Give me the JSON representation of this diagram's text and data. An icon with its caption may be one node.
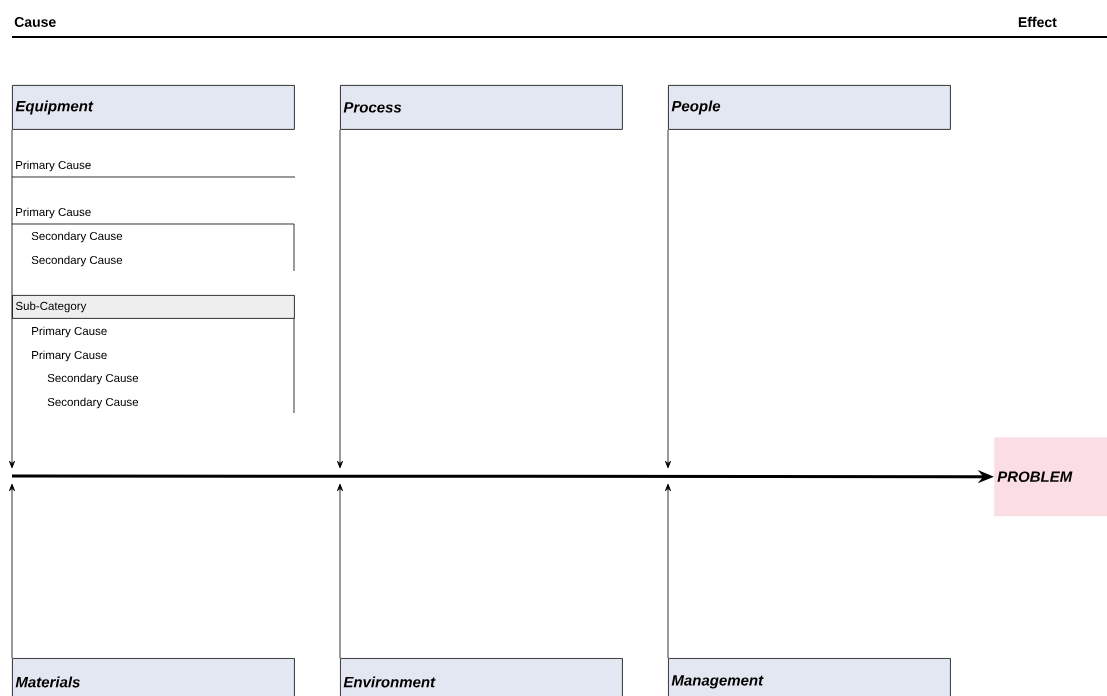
{
  "diagram": {
    "nodes": [
      {
        "text": [
          "Equipment"
        ]
      },
      {
        "text": [
          "Process"
        ]
      },
      {
        "text": [
          "People"
        ]
      },
      {
        "text": [
          "Materials"
        ]
      },
      {
        "text": [
          "Environment"
        ]
      },
      {
        "text": [
          "Management"
        ]
      },
      {
        "text": [
          "PROBLEM"
        ]
      },
      {
        "text": [
          "Sub-Category"
        ]
      }
    ],
    "edges": [
      {
        "from": 0,
        "to": null,
        "arrow": "to"
      },
      {
        "from": 1,
        "to": null,
        "arrow": "to"
      },
      {
        "from": 2,
        "to": null,
        "arrow": "to"
      },
      {
        "from": 3,
        "to": null,
        "arrow": "to"
      },
      {
        "from": 4,
        "to": null,
        "arrow": "to"
      },
      {
        "from": 5,
        "to": null,
        "arrow": "to"
      },
      {
        "from": null,
        "to": 6,
        "arrow": "to",
        "style": "thick"
      }
    ],
    "labels": [
      "Cause",
      "Effect",
      "Primary Cause",
      "Primary Cause",
      "Secondary Cause",
      "Secondary Cause",
      "Primary Cause",
      "Primary Cause",
      "Secondary Cause",
      "Secondary Cause"
    ]
  }
}
